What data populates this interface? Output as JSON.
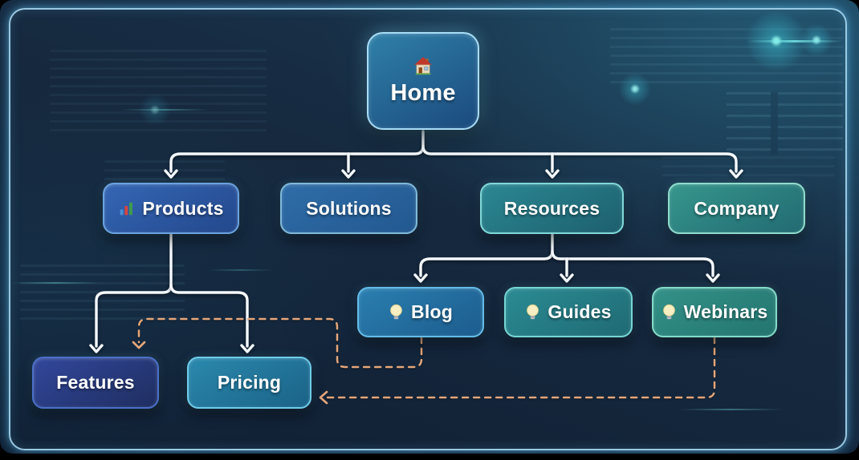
{
  "diagram": {
    "title": "Website sitemap flowchart",
    "nodes": {
      "home": {
        "label": "Home",
        "icon": "🏠",
        "icon_name": "house-icon",
        "bg_from": "#2f80a8",
        "bg_to": "#1b4a7e",
        "border": "#a8ddf6"
      },
      "products": {
        "label": "Products",
        "icon": "📊",
        "icon_name": "bar-chart-icon",
        "bg_from": "#3566b4",
        "bg_to": "#23488c",
        "border": "#6ba3e0"
      },
      "solutions": {
        "label": "Solutions",
        "icon": "",
        "icon_name": "",
        "bg_from": "#2f6da8",
        "bg_to": "#235890",
        "border": "#7fbada"
      },
      "resources": {
        "label": "Resources",
        "icon": "",
        "icon_name": "",
        "bg_from": "#2b8893",
        "bg_to": "#1d5f6e",
        "border": "#7fd9d9"
      },
      "company": {
        "label": "Company",
        "icon": "",
        "icon_name": "",
        "bg_from": "#36968c",
        "bg_to": "#226a72",
        "border": "#8fdccc"
      },
      "blog": {
        "label": "Blog",
        "icon": "💡",
        "icon_name": "lightbulb-icon",
        "bg_from": "#2a7fb0",
        "bg_to": "#1c5c8d",
        "border": "#63bce8"
      },
      "guides": {
        "label": "Guides",
        "icon": "💡",
        "icon_name": "lightbulb-icon",
        "bg_from": "#2b8b93",
        "bg_to": "#1f6a74",
        "border": "#74d6d4"
      },
      "webinars": {
        "label": "Webinars",
        "icon": "💡",
        "icon_name": "lightbulb-icon",
        "bg_from": "#339188",
        "bg_to": "#247570",
        "border": "#83dcc9"
      },
      "features": {
        "label": "Features",
        "icon": "",
        "icon_name": "",
        "bg_from": "#32479c",
        "bg_to": "#1f2e60",
        "border": "#4a70c8"
      },
      "pricing": {
        "label": "Pricing",
        "icon": "",
        "icon_name": "",
        "bg_from": "#2a89ad",
        "bg_to": "#1b6287",
        "border": "#6eccea"
      }
    },
    "edges": {
      "solid": [
        {
          "from": "Home",
          "to": "Products"
        },
        {
          "from": "Home",
          "to": "Solutions"
        },
        {
          "from": "Home",
          "to": "Resources"
        },
        {
          "from": "Home",
          "to": "Company"
        },
        {
          "from": "Resources",
          "to": "Blog"
        },
        {
          "from": "Resources",
          "to": "Guides"
        },
        {
          "from": "Resources",
          "to": "Webinars"
        },
        {
          "from": "Products",
          "to": "Features"
        },
        {
          "from": "Products",
          "to": "Pricing"
        }
      ],
      "dashed": [
        {
          "from": "Blog",
          "to": "Features"
        },
        {
          "from": "Webinars",
          "to": "Pricing"
        }
      ]
    },
    "colors": {
      "solid_connector": "#f5f9fd",
      "dashed_connector": "#e5a67a",
      "frame_border": "#a5d6ef",
      "card_background": "#16293f",
      "outer_background": "#000000"
    }
  }
}
